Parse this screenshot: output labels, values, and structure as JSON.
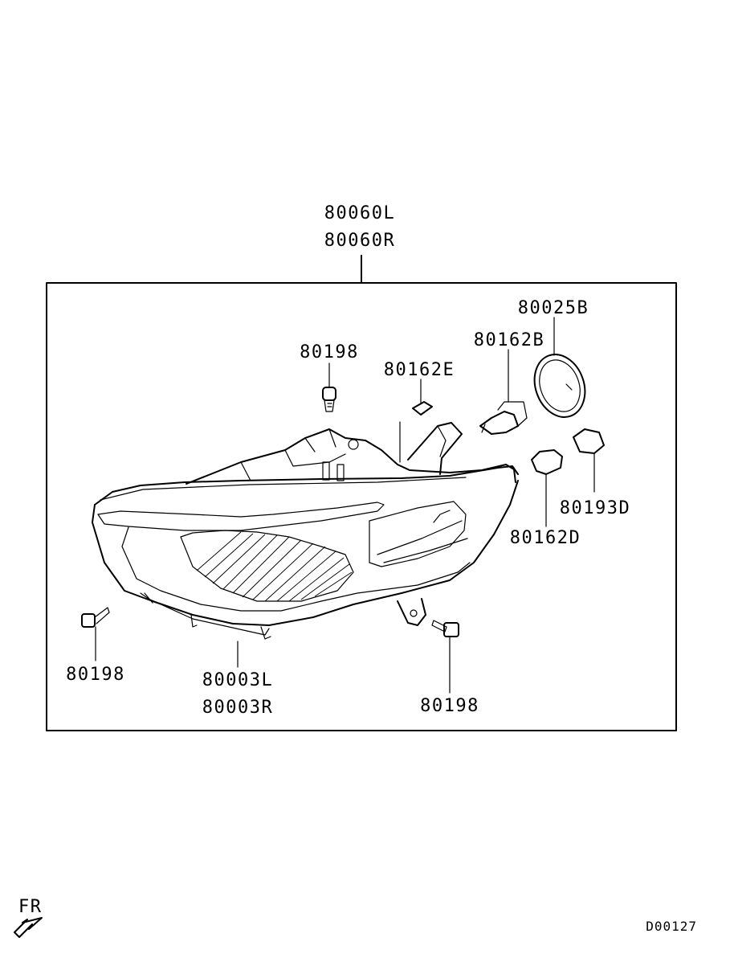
{
  "labels": {
    "assembly_left": "80060L",
    "assembly_right": "80060R",
    "socket_ring": "80025B",
    "bulb_main": "80162B",
    "bulb_small": "80162E",
    "screw_top": "80198",
    "bulb_turn": "80162D",
    "socket_turn": "80193D",
    "screw_left": "80198",
    "lens_left": "80003L",
    "lens_right": "80003R",
    "screw_bottom": "80198"
  },
  "footer": {
    "direction": "FR",
    "diagram_code": "D00127"
  }
}
